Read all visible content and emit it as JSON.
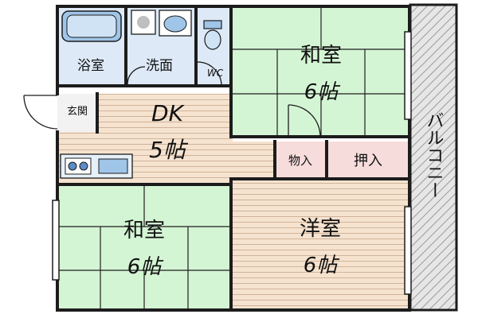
{
  "rooms": {
    "washitsu_top": {
      "line1": "和室",
      "line2": "6帖"
    },
    "washitsu_bottom": {
      "line1": "和室",
      "line2": "6帖"
    },
    "dk": {
      "line1": "DK",
      "line2": "5帖"
    },
    "youshitsu": {
      "line1": "洋室",
      "line2": "6帖"
    },
    "yokushitsu": {
      "label": "浴室"
    },
    "senmen": {
      "label": "洗面"
    },
    "wc": {
      "label": "WC"
    },
    "genkan": {
      "label": "玄関"
    },
    "monoire": {
      "label": "物入"
    },
    "oshiire": {
      "label": "押入"
    },
    "balcony": {
      "label": "バルコニー"
    }
  },
  "colors": {
    "tatami": "#d4f5d4",
    "tatami_line": "#1f1f1f",
    "flooring": "#f6e3cf",
    "flooring_line": "#c9ad92",
    "wet_area": "#dde9f7",
    "storage": "#f7dcdc",
    "balcony": "#d8d8d8",
    "wall": "#1c1c1c",
    "fixture": "#9fc5e8"
  }
}
